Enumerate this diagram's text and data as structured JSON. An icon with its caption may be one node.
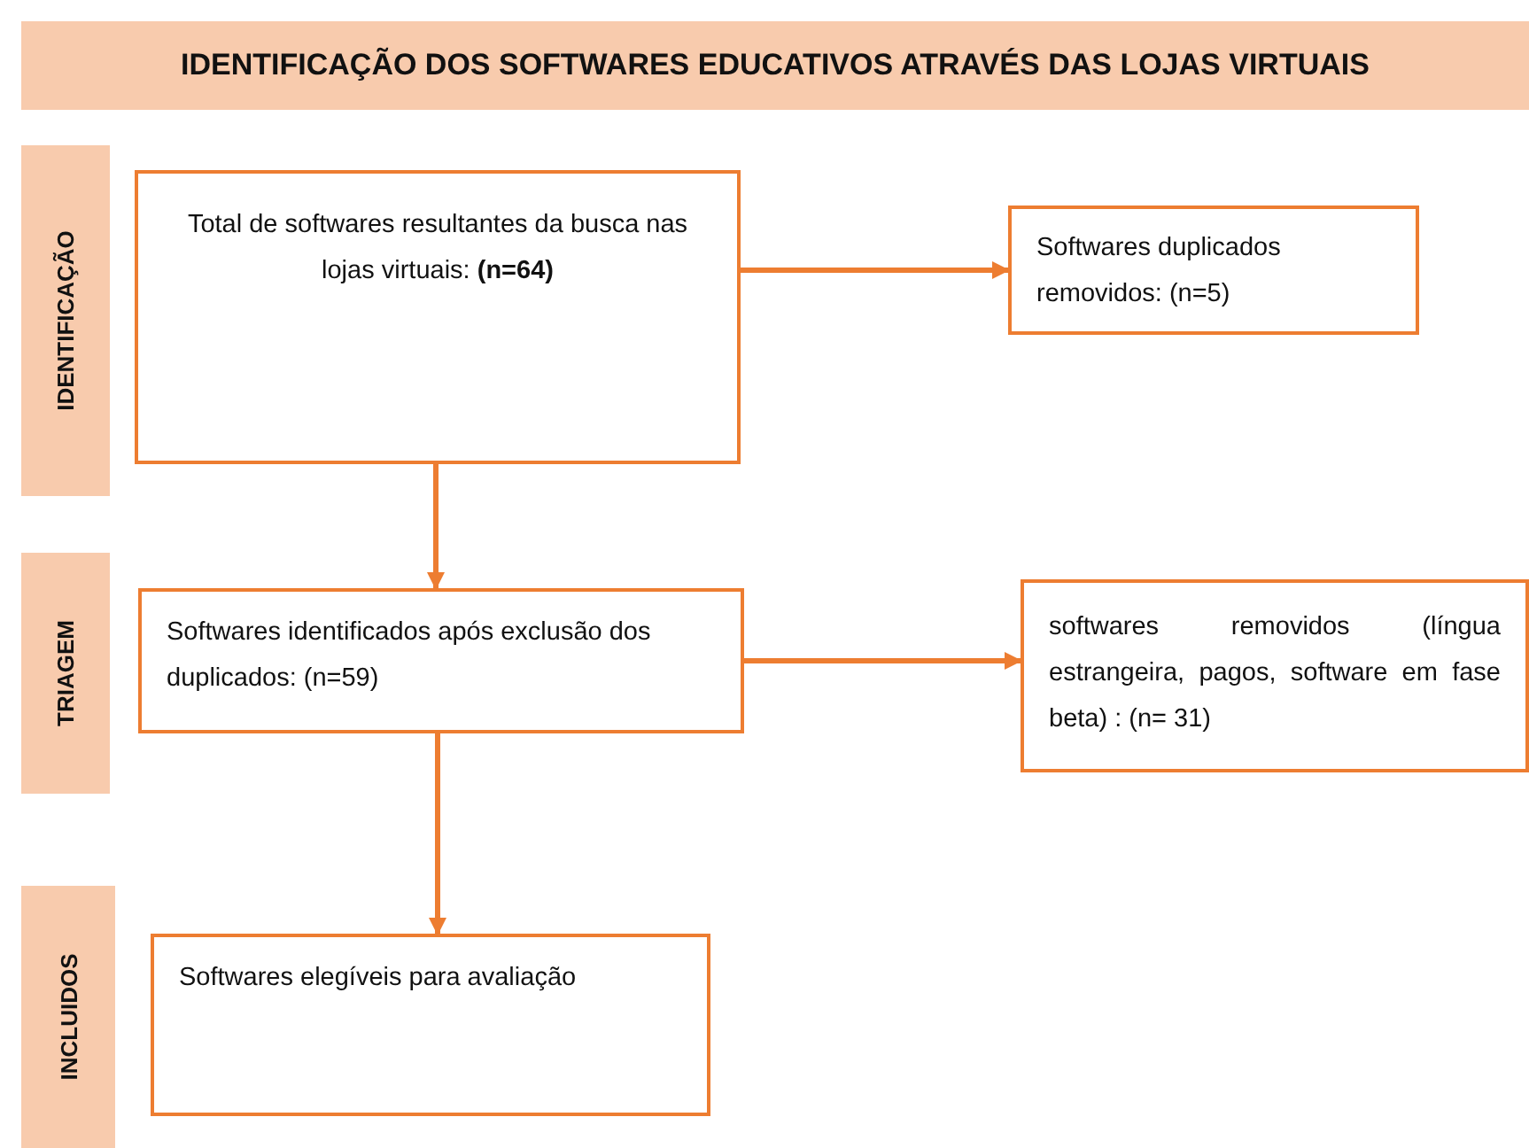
{
  "diagram": {
    "title": "IDENTIFICAÇÃO DOS SOFTWARES EDUCATIVOS ATRAVÉS DAS LOJAS VIRTUAIS",
    "nodes": [
      {
        "text": [
          "IDENTIFICAÇÃO"
        ]
      },
      {
        "text": [
          "Total de softwares resultantes da busca nas lojas virtuais: **(n=64)**"
        ]
      },
      {
        "text": [
          "Softwares duplicados removidos: (n=5)"
        ]
      },
      {
        "text": [
          "TRIAGEM"
        ]
      },
      {
        "text": [
          "Softwares identificados após exclusão dos duplicados: (n=59)"
        ]
      },
      {
        "text": [
          "softwares removidos (língua estrangeira, pagos, software em fase beta) : (n= 31)"
        ]
      },
      {
        "text": [
          "INCLUIDOS"
        ]
      },
      {
        "text": [
          "Softwares elegíveis para avaliação"
        ]
      }
    ],
    "edges": [
      {
        "from": 1,
        "to": 2,
        "arrow": "to"
      },
      {
        "from": 1,
        "to": 4,
        "arrow": "to"
      },
      {
        "from": 4,
        "to": 5,
        "arrow": "to"
      },
      {
        "from": 4,
        "to": 7,
        "arrow": "to"
      }
    ]
  }
}
